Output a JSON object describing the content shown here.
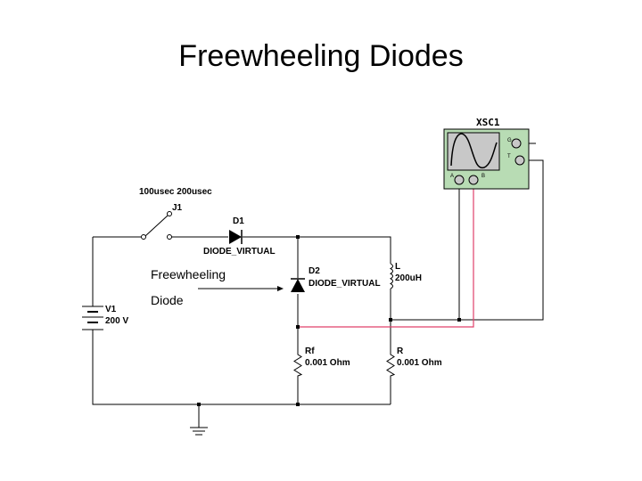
{
  "title": "Freewheeling Diodes",
  "components": {
    "switch": {
      "ref": "J1",
      "timing": "100usec 200usec"
    },
    "d1": {
      "ref": "D1",
      "model": "DIODE_VIRTUAL"
    },
    "d2": {
      "ref": "D2",
      "model": "DIODE_VIRTUAL"
    },
    "inductor": {
      "ref": "L",
      "value": "200uH"
    },
    "source": {
      "ref": "V1",
      "value": "200 V"
    },
    "rf": {
      "ref": "Rf",
      "value": "0.001 Ohm"
    },
    "r": {
      "ref": "R",
      "value": "0.001 Ohm"
    },
    "scope": {
      "ref": "XSC1",
      "term_g": "G",
      "term_t": "T",
      "term_a": "A",
      "term_b": "B"
    }
  },
  "annotation": {
    "line1": "Freewheeling",
    "line2": "Diode"
  },
  "colors": {
    "probe_b_wire": "#e0406a",
    "scope_body": "#b8dcb4",
    "scope_screen": "#c8c8c8"
  }
}
